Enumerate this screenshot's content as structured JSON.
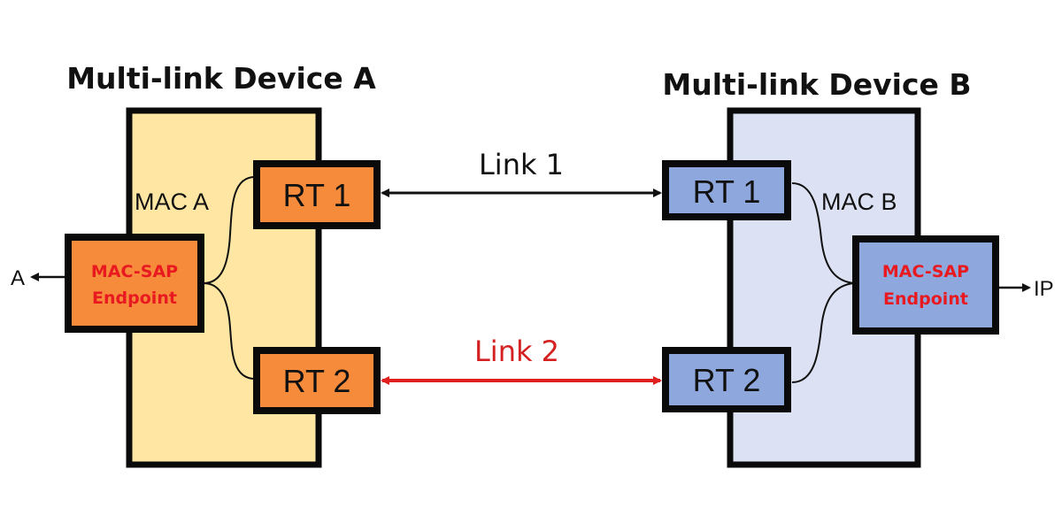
{
  "colors": {
    "device_a_fill": "#FFE6A3",
    "device_b_fill": "#DCE2F4",
    "rt_a_fill": "#F68B3C",
    "rt_b_fill": "#8EA8DE",
    "border": "#0A0A0A",
    "link1": "#111111",
    "link2": "#E02020",
    "sap_text": "#E8191F"
  },
  "device_a": {
    "title": "Multi-link Device A",
    "mac_label": "MAC A",
    "rt1": "RT 1",
    "rt2": "RT 2",
    "sap_line1": "MAC-SAP",
    "sap_line2": "Endpoint",
    "output_label": "A"
  },
  "device_b": {
    "title": "Multi-link Device B",
    "mac_label": "MAC B",
    "rt1": "RT 1",
    "rt2": "RT 2",
    "sap_line1": "MAC-SAP",
    "sap_line2": "Endpoint",
    "output_label": "IP"
  },
  "links": [
    {
      "label": "Link 1"
    },
    {
      "label": "Link 2"
    }
  ]
}
